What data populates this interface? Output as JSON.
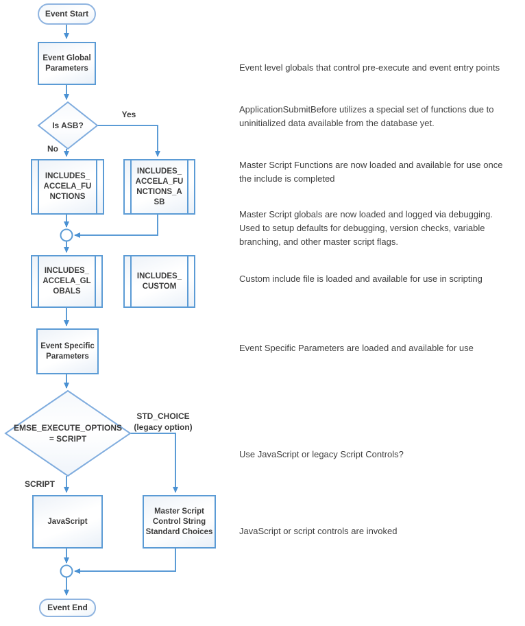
{
  "colors": {
    "connector": "#5b9bd5",
    "arrowhead": "#4a91d3",
    "node_border": "#5b9bd5",
    "stadium_border": "#8fb4e0",
    "text": "#3b3b3b"
  },
  "flowchart": {
    "nodes": {
      "event_start": {
        "label": "Event Start"
      },
      "event_global_params": {
        "label": "Event Global\nParameters"
      },
      "is_asb": {
        "label": "Is ASB?"
      },
      "includes_accela_functions": {
        "label": "INCLUDES_\nACCELA_FU\nNCTIONS"
      },
      "includes_accela_functions_asb": {
        "label": "INCLUDES_\nACCELA_FU\nNCTIONS_A\nSB"
      },
      "includes_accela_globals": {
        "label": "INCLUDES_\nACCELA_GL\nOBALS"
      },
      "includes_custom": {
        "label": "INCLUDES_\nCUSTOM"
      },
      "event_specific_params": {
        "label": "Event Specific\nParameters"
      },
      "emse_execute_options": {
        "label": "EMSE_EXECUTE_OPTIONS\n= SCRIPT"
      },
      "javascript": {
        "label": "JavaScript"
      },
      "master_script_control": {
        "label": "Master Script\nControl String\nStandard Choices"
      },
      "event_end": {
        "label": "Event End"
      }
    },
    "edge_labels": {
      "yes": "Yes",
      "no": "No",
      "std_choice": "STD_CHOICE\n(legacy option)",
      "script": "SCRIPT"
    },
    "annotations": [
      {
        "text": "Event level globals that control pre-execute and event entry points"
      },
      {
        "text": "ApplicationSubmitBefore utilizes a special set of functions due to\nuninitialized data available from the database yet."
      },
      {
        "text": "Master Script Functions are now loaded and available for use once\nthe include is completed"
      },
      {
        "text": "Master Script globals are now loaded and logged via debugging.\nUsed to setup defaults for debugging, version checks, variable\nbranching, and other master script flags."
      },
      {
        "text": "Custom include file is loaded and available for use in scripting"
      },
      {
        "text": "Event Specific Parameters are loaded and available for use"
      },
      {
        "text": "Use JavaScript or legacy Script Controls?"
      },
      {
        "text": "JavaScript or script controls are invoked"
      }
    ]
  }
}
